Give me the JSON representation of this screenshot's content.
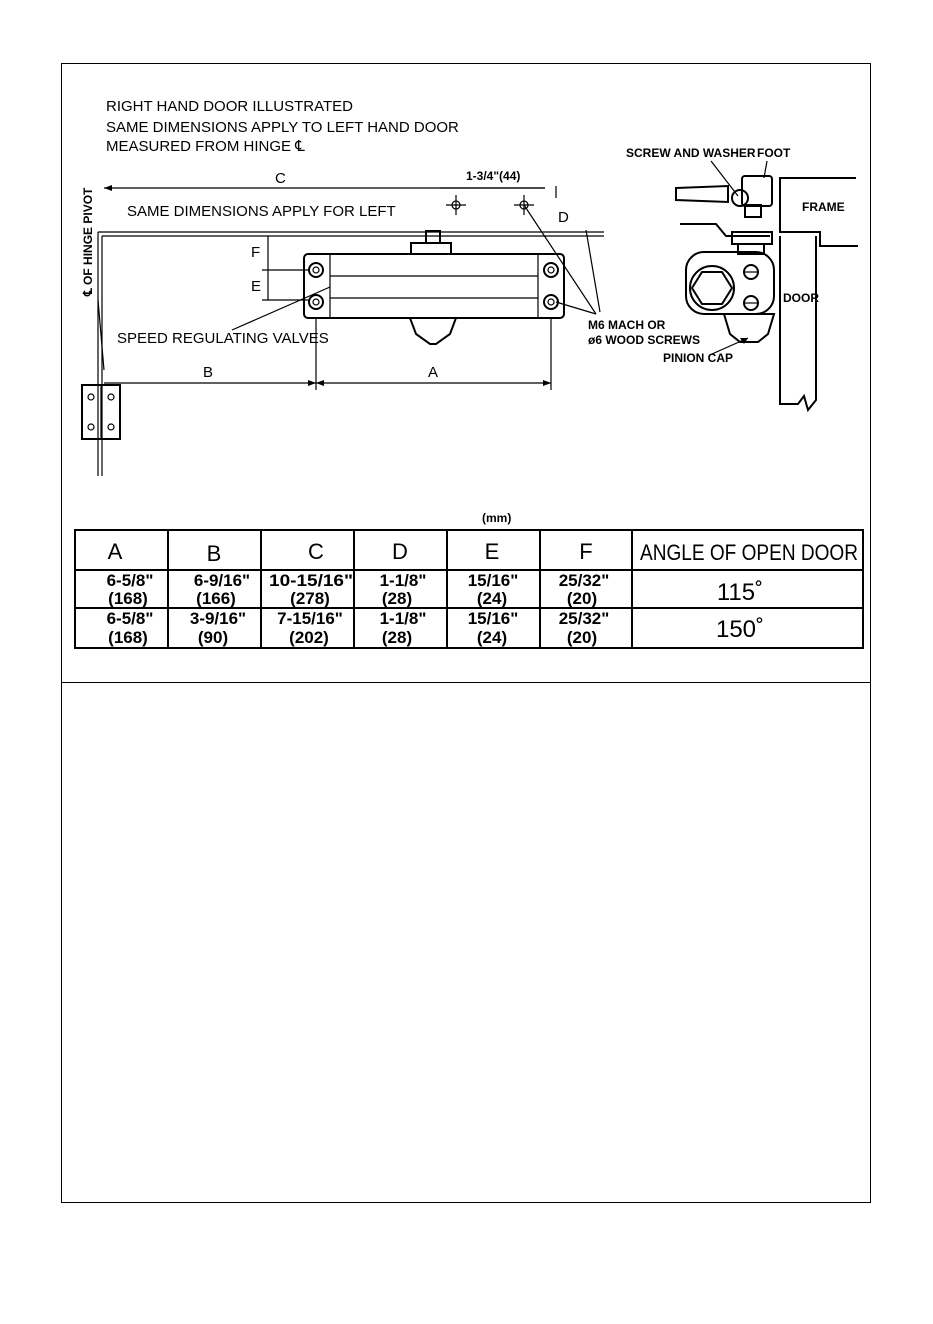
{
  "notes": {
    "line1": "RIGHT HAND DOOR ILLUSTRATED",
    "line2": "SAME DIMENSIONS APPLY TO  LEFT  HAND DOOR",
    "line3": "MEASURED  FROM HINGE ℄"
  },
  "labels": {
    "hinge_pivot": "℄ OF HINGE PIVOT",
    "same_left": "SAME  DIMENSIONS  APPLY  FOR  LEFT",
    "dim_c": "C",
    "dim_offset": "1-3/4\"(44)",
    "dim_d": "D",
    "dim_f": "F",
    "dim_e": "E",
    "dim_b": "B",
    "dim_a": "A",
    "speed_valves": "SPEED  REGULATING  VALVES",
    "screws_line1": "M6  MACH  OR",
    "screws_line2": "ø6  WOOD  SCREWS",
    "screw_washer": "SCREW AND  WASHER",
    "foot": "FOOT",
    "frame": "FRAME",
    "door": "DOOR",
    "pinion_cap": "PINION  CAP",
    "units": "(mm)"
  },
  "table": {
    "headers": [
      "A",
      "B",
      "C",
      "D",
      "E",
      "F",
      "ANGLE  OF  OPEN  DOOR"
    ],
    "rows": [
      {
        "cells": [
          [
            "6-5/8\"",
            "(168)"
          ],
          [
            "6-9/16\"",
            "(166)"
          ],
          [
            "10-15/16\"",
            "(278)"
          ],
          [
            "1-1/8\"",
            "(28)"
          ],
          [
            "15/16\"",
            "(24)"
          ],
          [
            "25/32\"",
            "(20)"
          ]
        ],
        "angle": "115˚"
      },
      {
        "cells": [
          [
            "6-5/8\"",
            "(168)"
          ],
          [
            "3-9/16\"",
            "(90)"
          ],
          [
            "7-15/16\"",
            "(202)"
          ],
          [
            "1-1/8\"",
            "(28)"
          ],
          [
            "15/16\"",
            "(24)"
          ],
          [
            "25/32\"",
            "(20)"
          ]
        ],
        "angle": "150˚"
      }
    ]
  }
}
